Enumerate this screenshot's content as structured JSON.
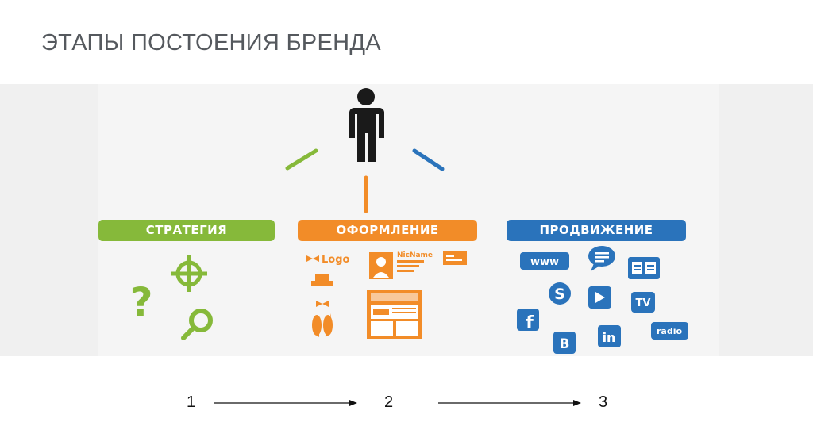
{
  "title": "ЭТАПЫ ПОСТОЕНИЯ БРЕНДА",
  "colors": {
    "strategy": "#86b93a",
    "design": "#f28c28",
    "promotion": "#2a73bb",
    "person": "#1a1a1a"
  },
  "stages": [
    {
      "label": "СТРАТЕГИЯ"
    },
    {
      "label": "ОФОРМЛЕНИЕ"
    },
    {
      "label": "ПРОДВИЖЕНИЕ"
    }
  ],
  "design_icons": {
    "logo": "Logo",
    "nickname": "NicName"
  },
  "promotion_icons": {
    "www": "www",
    "skype": "S",
    "tv": "TV",
    "facebook": "f",
    "vk": "B",
    "linkedin": "in",
    "radio": "radio"
  },
  "steps": [
    "1",
    "2",
    "3"
  ]
}
